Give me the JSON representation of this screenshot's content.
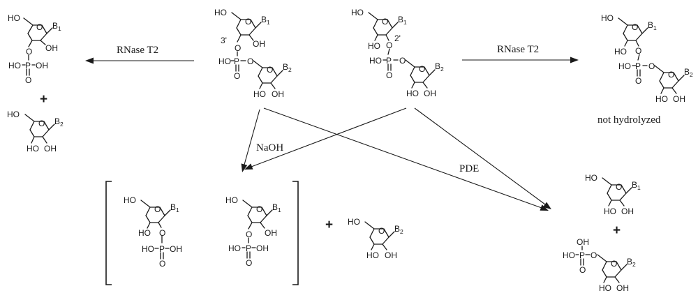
{
  "atoms": {
    "hydroxyl": "OH",
    "hydroxyl_left": "HO",
    "ring_oxygen": "O",
    "phosphorus": "P",
    "base_letter": "B",
    "base1_sub": "1",
    "base2_sub": "2"
  },
  "positions": {
    "three_prime": "3'",
    "two_prime": "2'"
  },
  "reagents": {
    "rnase_left": "RNase T2",
    "rnase_right": "RNase T2",
    "naoh": "NaOH",
    "pde": "PDE"
  },
  "outcome": {
    "not_hydrolyzed": "not hydrolyzed"
  },
  "symbols": {
    "plus": "+"
  }
}
